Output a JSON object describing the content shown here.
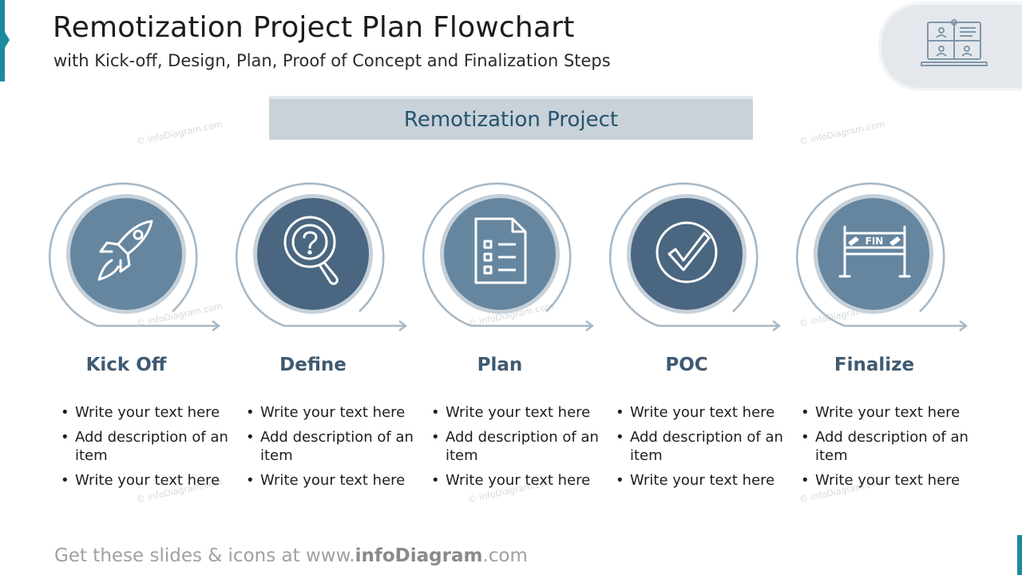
{
  "header": {
    "title": "Remotization Project Plan Flowchart",
    "subtitle": "with Kick-off, Design, Plan, Proof of Concept and Finalization Steps"
  },
  "project_box": {
    "label": "Remotization Project"
  },
  "steps": [
    {
      "label": "Kick Off",
      "icon": "rocket-icon",
      "bullets": [
        "Write your text here",
        "Add description of an item",
        "Write your text here"
      ]
    },
    {
      "label": "Define",
      "icon": "magnifier-question-icon",
      "bullets": [
        "Write your text here",
        "Add description of an item",
        "Write your text here"
      ]
    },
    {
      "label": "Plan",
      "icon": "checklist-document-icon",
      "bullets": [
        "Write your text here",
        "Add description of an item",
        "Write your text here"
      ]
    },
    {
      "label": "POC",
      "icon": "checkmark-circle-icon",
      "bullets": [
        "Write your text here",
        "Add description of an item",
        "Write your text here"
      ]
    },
    {
      "label": "Finalize",
      "icon": "finish-line-icon",
      "bullets": [
        "Write your text here",
        "Add description of an item",
        "Write your text here"
      ]
    }
  ],
  "finish_banner_text": "FIN",
  "watermark_text": "© infoDiagram.com",
  "footer": {
    "prefix": "Get these slides & icons at www.",
    "brand": "infoDiagram",
    "suffix": ".com"
  },
  "colors": {
    "accent": "#1a8a9e",
    "circle_light": "#66869f",
    "circle_dark": "#4a6680",
    "ring": "#a7b8c6",
    "label": "#3f5a70",
    "project_box": "#c9d1d9"
  }
}
